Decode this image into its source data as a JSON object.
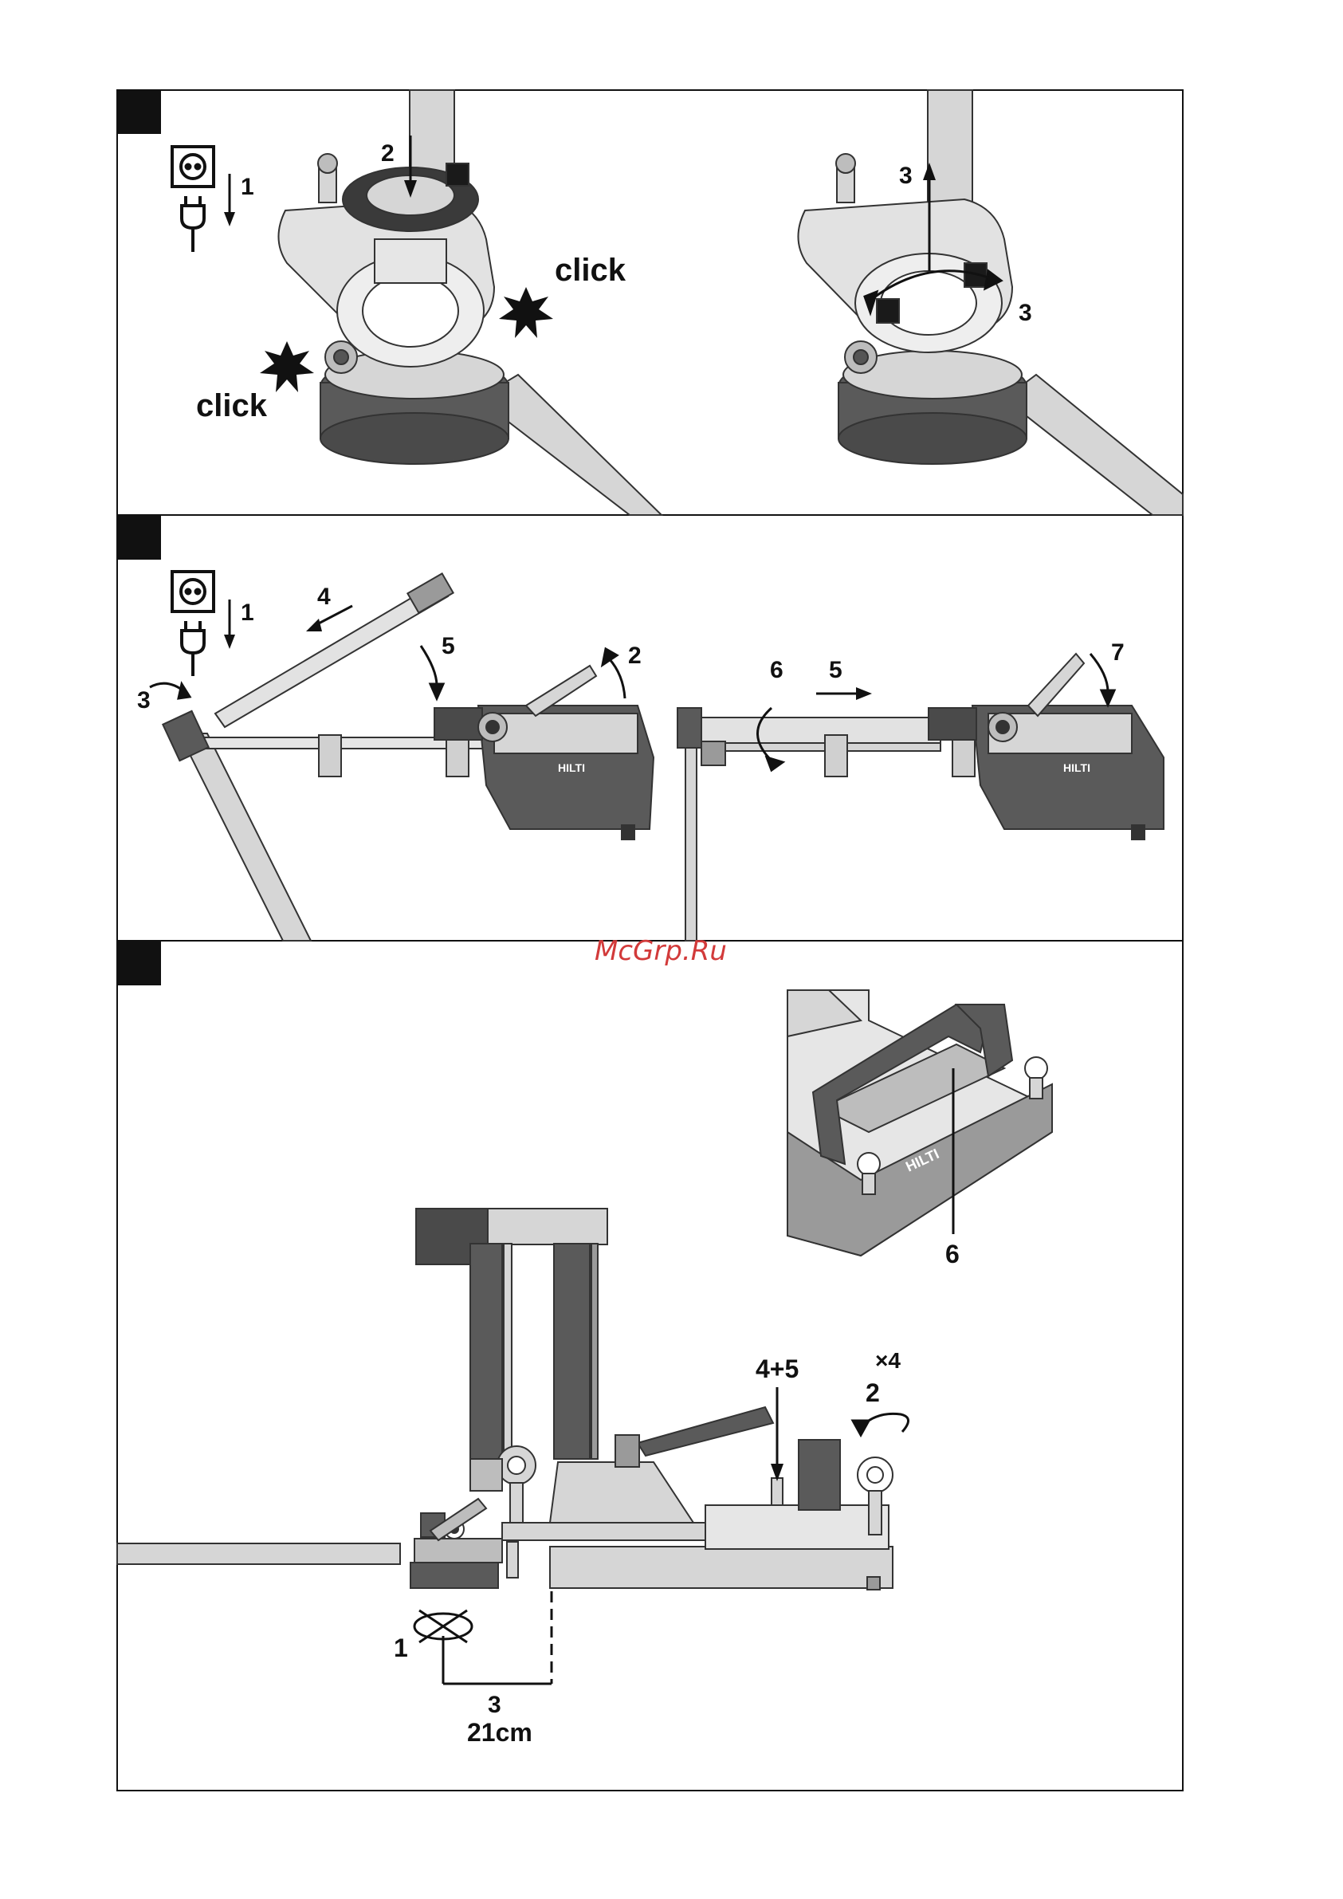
{
  "watermark": "McGrp.Ru",
  "panels": [
    {
      "labels": {
        "step1": "1",
        "step2": "2",
        "step3_top": "3",
        "step3_side": "3",
        "click_right": "click",
        "click_left": "click"
      }
    },
    {
      "labels": {
        "step1": "1",
        "step4": "4",
        "step5_left": "5",
        "step2": "2",
        "step3": "3",
        "step6": "6",
        "step5_right": "5",
        "step7": "7"
      }
    },
    {
      "labels": {
        "step6": "6",
        "x4": "×4",
        "step45": "4+5",
        "step2": "2",
        "step1": "1",
        "step3": "3",
        "distance": "21cm"
      }
    }
  ],
  "colors": {
    "frame": "#111111",
    "metal": "#d6d6d6",
    "dark": "#5a5a5a",
    "mid": "#9a9a9a",
    "black": "#1a1a1a",
    "watermark": "#d23a3a"
  }
}
